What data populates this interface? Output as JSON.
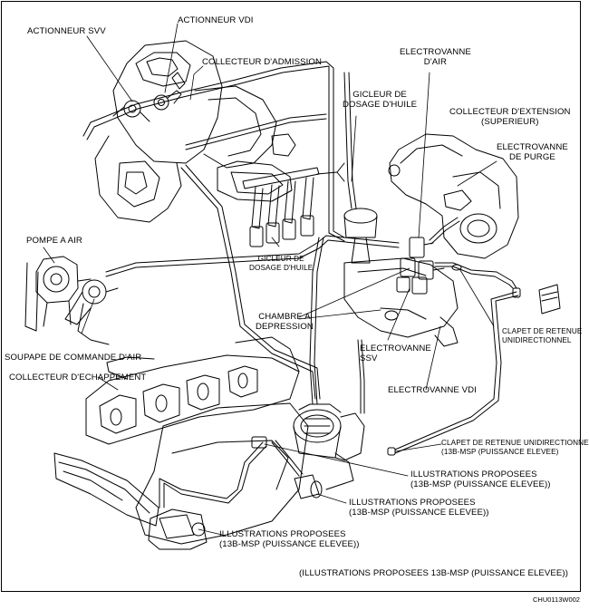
{
  "labels": {
    "actionneur_svv": "ACTIONNEUR SVV",
    "actionneur_vdi": "ACTIONNEUR VDI",
    "collecteur_admission": "COLLECTEUR D'ADMISSION",
    "electrovanne_air": "ELECTROVANNE\nD'AIR",
    "gicleur_dosage_huile_top": "GICLEUR DE\nDOSAGE D'HUILE",
    "collecteur_extension": "COLLECTEUR D'EXTENSION\n(SUPERIEUR)",
    "electrovanne_purge": "ELECTROVANNE\nDE PURGE",
    "pompe_air": "POMPE A AIR",
    "gicleur_dosage_huile_mid": "GICLEUR DE\nDOSAGE D'HUILE",
    "chambre_depression": "CHAMBRE A\nDEPRESSION",
    "soupape_commande_air": "SOUPAPE DE COMMANDE D'AIR",
    "clapet_retenue_1": "CLAPET DE RETENUE\nUNIDIRECTIONNEL",
    "electrovanne_ssv": "ELECTROVANNE\nSSV",
    "collecteur_echappement": "COLLECTEUR D'ECHAPPEMENT",
    "electrovanne_vdi": "ELECTROVANNE VDI",
    "clapet_retenue_2": "CLAPET DE RETENUE UNIDIRECTIONNE\n(13B-MSP (PUISSANCE ELEVEE)",
    "illus_1": "ILLUSTRATIONS PROPOSEES\n(13B-MSP (PUISSANCE ELEVEE))",
    "illus_2": "ILLUSTRATIONS PROPOSEES\n(13B-MSP (PUISSANCE ELEVEE))",
    "illus_3": "ILLUSTRATIONS PROPOSEES\n(13B-MSP (PUISSANCE ELEVEE))",
    "footer_note": "(ILLUSTRATIONS PROPOSEES 13B-MSP (PUISSANCE ELEVEE))"
  },
  "figure_code": "CHU0113W002"
}
